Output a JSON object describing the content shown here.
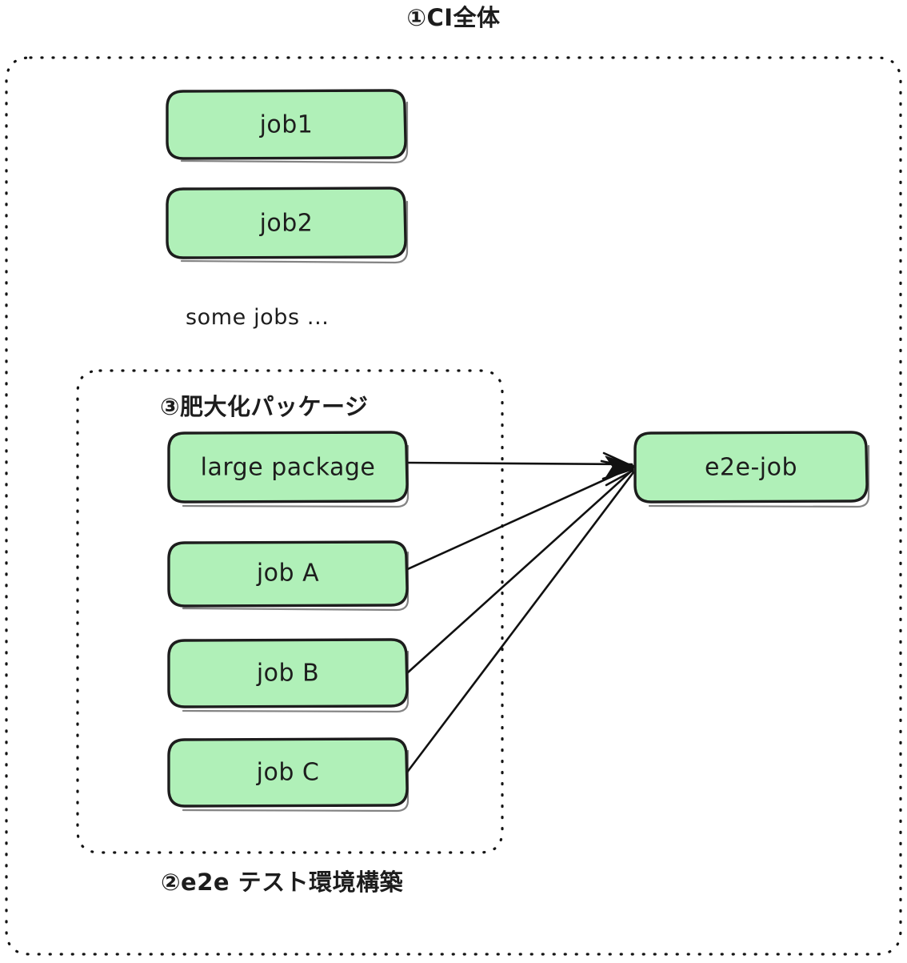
{
  "diagram": {
    "title": "①CI全体",
    "note": "some jobs ...",
    "groups": {
      "outer": {
        "label": "①CI全体"
      },
      "inner": {
        "label": "③肥大化パッケージ"
      },
      "bottom": {
        "label": "②e2e テスト環境構築"
      }
    },
    "nodes": {
      "job1": "job1",
      "job2": "job2",
      "large_package": "large package",
      "job_a": "job A",
      "job_b": "job B",
      "job_c": "job C",
      "e2e_job": "e2e-job"
    },
    "colors": {
      "node_fill": "#B0F0B8",
      "node_stroke": "#1d1d1d",
      "group_stroke": "#141414",
      "edge_stroke": "#111111",
      "background": "#ffffff"
    },
    "edges": [
      {
        "from": "large package",
        "to": "e2e-job"
      },
      {
        "from": "job A",
        "to": "e2e-job"
      },
      {
        "from": "job B",
        "to": "e2e-job"
      },
      {
        "from": "job C",
        "to": "e2e-job"
      }
    ]
  }
}
